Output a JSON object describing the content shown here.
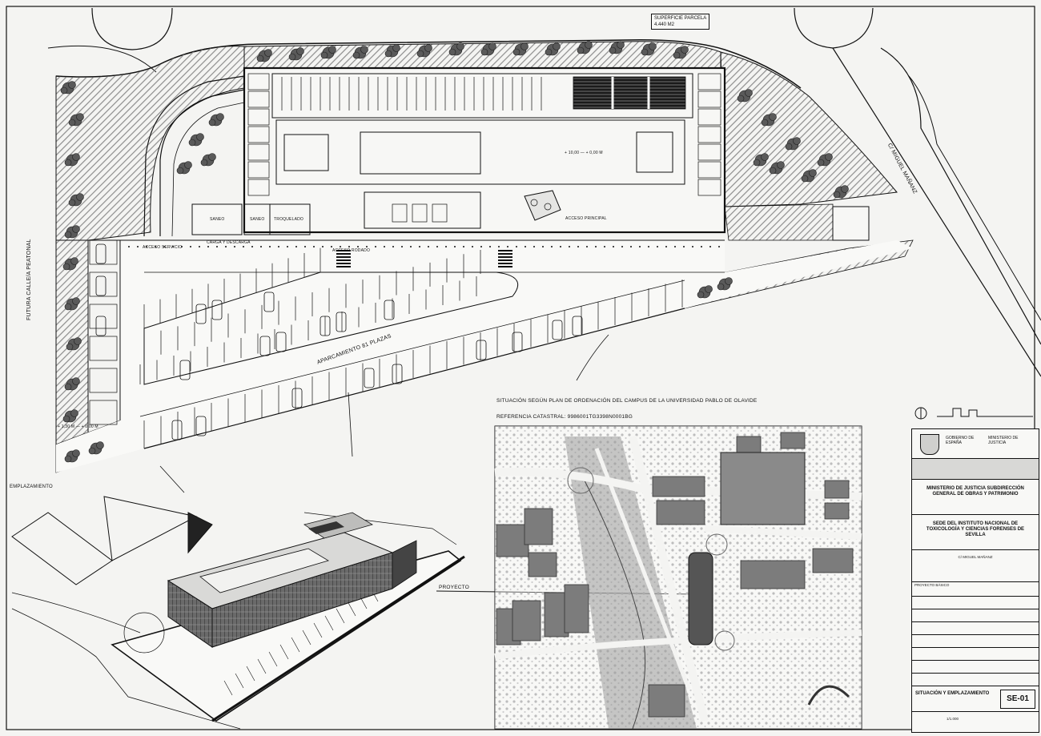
{
  "site_plan": {
    "parcel_tag": {
      "title": "SUPERFICIE PARCELA",
      "value": "4.440 m2"
    },
    "street_name": "C/ MIGUEL MAÑANZ",
    "road_label_left": "FUTURA CALLE/A PEATONAL",
    "parking_label": "APARCAMIENTO 81 PLAZAS",
    "main_access": "ACCESO PRINCIPAL",
    "access_vehicles": "ACCESO RODADO",
    "access_service": "ACCESO SERVICIO",
    "loading": "CARGA Y DESCARGA",
    "rooms": [
      "SANEO",
      "SANEO",
      "TROQUELADO"
    ],
    "dimension_a": "+ 10,00 — + 0,00 m",
    "dimension_b": "+ 1,30 m — + 0,00 m",
    "situation_title": "SITUACIÓN SEGÚN PLAN DE ORDENACIÓN DEL CAMPUS DE LA UNIVERSIDAD PABLO DE OLAVIDE",
    "cadastral_ref": "REFERENCIA CATASTRAL: 9986001TG3398N0001BG",
    "emplazamiento": "EMPLAZAMIENTO",
    "proyecto": "PROYECTO"
  },
  "title_block": {
    "org_left": "GOBIERNO DE ESPAÑA",
    "org_right": "MINISTERIO DE JUSTICIA",
    "owner": "MINISTERIO DE JUSTICIA SUBDIRECCIÓN GENERAL DE OBRAS Y PATRIMONIO",
    "project": "SEDE DEL INSTITUTO NACIONAL DE TOXICOLOGÍA Y CIENCIAS FORENSES DE SEVILLA",
    "address": "C/ MIGUEL MAÑANZ",
    "phase": "PROYECTO BÁSICO",
    "sheet_name": "SITUACIÓN Y EMPLAZAMIENTO",
    "scale": "1/1.000",
    "sheet_code": "SE-01"
  },
  "colors": {
    "line": "#111111",
    "paper": "#f4f4f2",
    "hatch": "#9a9a9a",
    "tree": "#555555"
  }
}
